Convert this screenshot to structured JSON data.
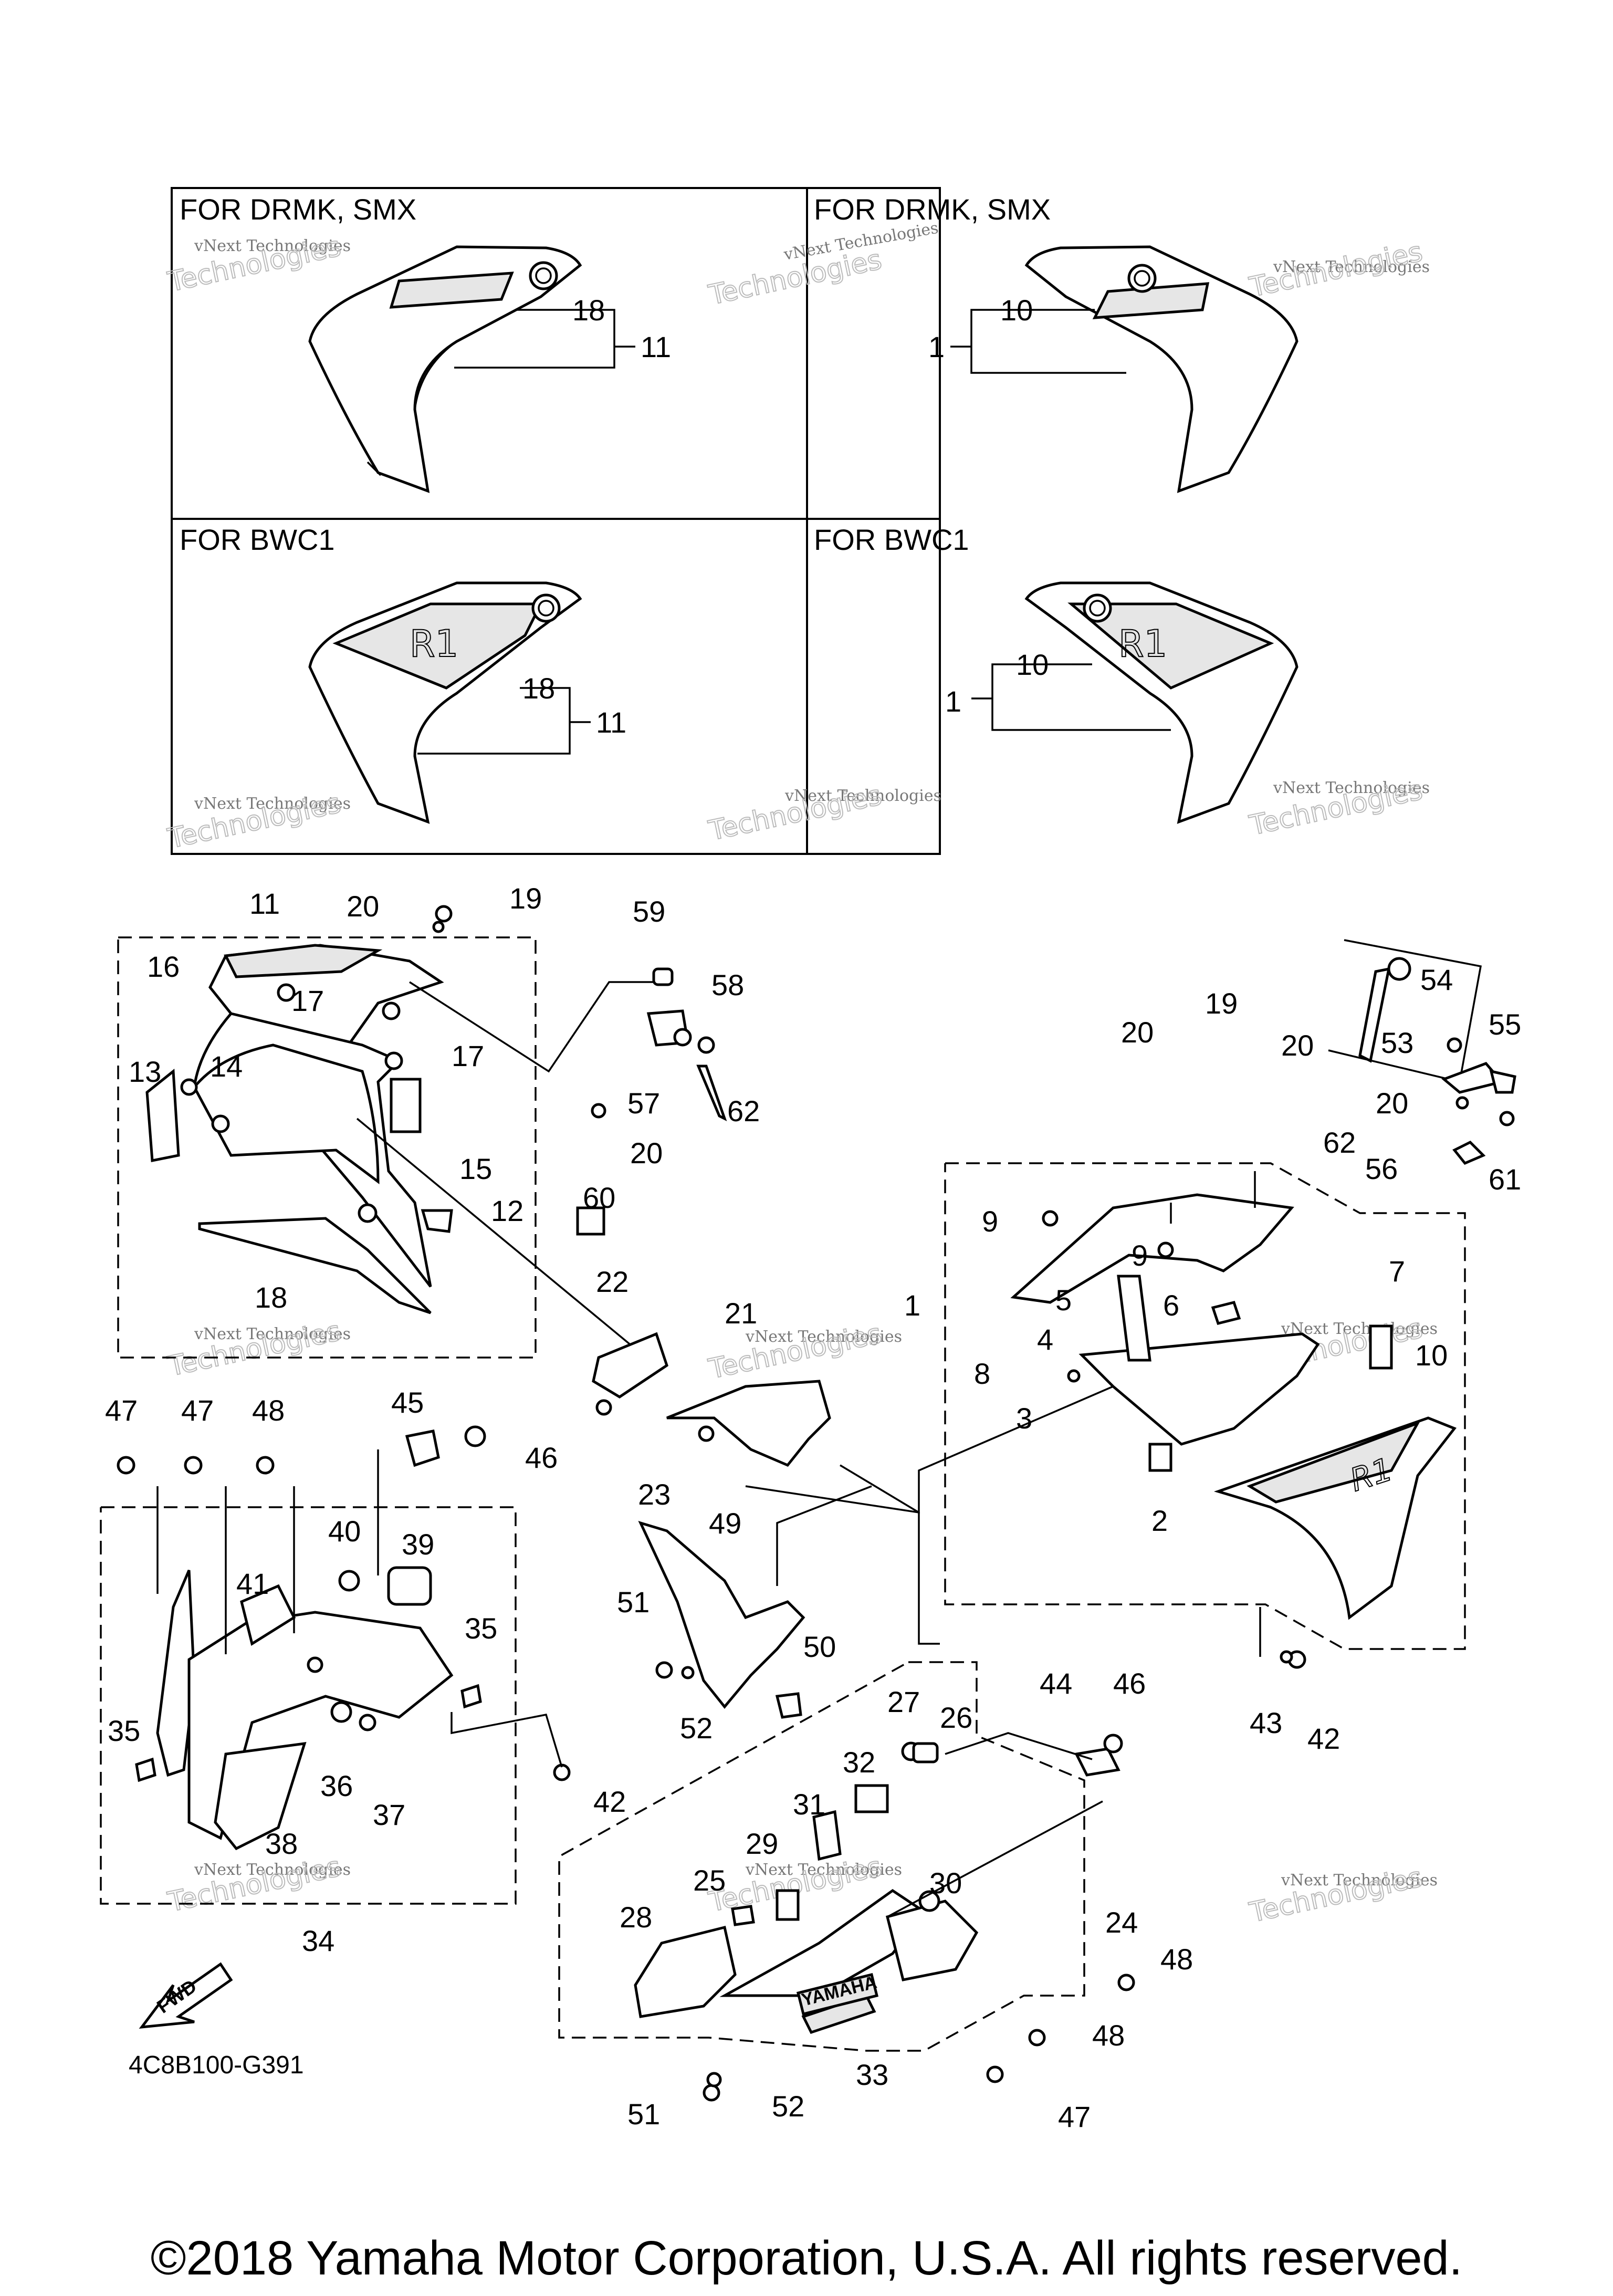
{
  "boxes": [
    {
      "title": "FOR DRMK, SMX"
    },
    {
      "title": "FOR DRMK, SMX"
    },
    {
      "title": "FOR BWC1"
    },
    {
      "title": "FOR BWC1"
    }
  ],
  "box_callouts": {
    "tl": [
      "18",
      "11"
    ],
    "tr": [
      "10",
      "1"
    ],
    "bl": [
      "18",
      "11"
    ],
    "br": [
      "10",
      "1"
    ]
  },
  "watermark": {
    "line1": "vNext Technologies",
    "line2": "Technologies",
    "line0": "vNext"
  },
  "callouts": {
    "c1": "1",
    "c2": "2",
    "c3": "3",
    "c4": "4",
    "c5": "5",
    "c6": "6",
    "c7": "7",
    "c8": "8",
    "c9a": "9",
    "c9b": "9",
    "c10": "10",
    "c11": "11",
    "c12": "12",
    "c13": "13",
    "c14": "14",
    "c15": "15",
    "c16": "16",
    "c17a": "17",
    "c17b": "17",
    "c18": "18",
    "c19a": "19",
    "c19b": "19",
    "c20a": "20",
    "c20b": "20",
    "c20c": "20",
    "c20d": "20",
    "c20e": "20",
    "c21": "21",
    "c22": "22",
    "c23": "23",
    "c24": "24",
    "c25": "25",
    "c26": "26",
    "c27": "27",
    "c28": "28",
    "c29": "29",
    "c30": "30",
    "c31": "31",
    "c32": "32",
    "c33": "33",
    "c34": "34",
    "c35a": "35",
    "c35b": "35",
    "c36": "36",
    "c37": "37",
    "c38": "38",
    "c39": "39",
    "c40": "40",
    "c41": "41",
    "c42a": "42",
    "c42b": "42",
    "c43": "43",
    "c44": "44",
    "c45": "45",
    "c46a": "46",
    "c46b": "46",
    "c47a": "47",
    "c47b": "47",
    "c47c": "47",
    "c48a": "48",
    "c48b": "48",
    "c48c": "48",
    "c49": "49",
    "c50": "50",
    "c51a": "51",
    "c51b": "51",
    "c52a": "52",
    "c52b": "52",
    "c53": "53",
    "c54": "54",
    "c55": "55",
    "c56": "56",
    "c57": "57",
    "c58": "58",
    "c59": "59",
    "c60": "60",
    "c61": "61",
    "c62a": "62",
    "c62b": "62"
  },
  "fwd_label": "FWD",
  "yamaha_label": "YAMAHA",
  "decal_label": "R1",
  "diagram_code": "4C8B100-G391",
  "copyright": "©2018 Yamaha Motor Corporation, U.S.A. All rights reserved."
}
